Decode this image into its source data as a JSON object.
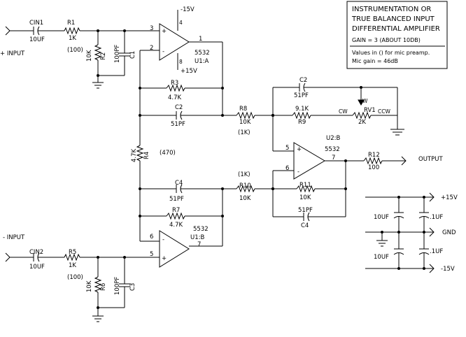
{
  "title_block": {
    "line1": "INSTRUMENTATION OR",
    "line2": "TRUE BALANCED INPUT",
    "line3": "DIFFERENTIAL AMPLIFIER",
    "gain": "GAIN = 3 (ABOUT 10DB)",
    "note1": "Values in () for mic preamp.",
    "note2": "Mic gain = 46dB"
  },
  "inputs": {
    "plus_input": "+ INPUT",
    "minus_input": "- INPUT",
    "output": "OUTPUT"
  },
  "rails": {
    "neg15_top": "-15V",
    "pos15_u1a": "+15V",
    "pos15": "+15V",
    "gnd": "GND",
    "neg15": "-15V"
  },
  "opamps": {
    "u1a_part": "5532",
    "u1a_ref": "U1:A",
    "u1b_part": "5532",
    "u1b_ref": "U1:B",
    "u2b_part": "5532",
    "u2b_ref": "U2:B"
  },
  "pins": {
    "u1a_p3": "3",
    "u1a_p2": "2",
    "u1a_p1": "1",
    "u1a_p4": "4",
    "u1a_p8": "8",
    "u1b_p6": "6",
    "u1b_p5": "5",
    "u1b_p7": "7",
    "u2b_p5": "5",
    "u2b_p6": "6",
    "u2b_p7": "7"
  },
  "components": {
    "cin1_ref": "CIN1",
    "cin1_val": "10UF",
    "r1_ref": "R1",
    "r1_val": "1K",
    "r1_mic": "(100)",
    "r2_val": "10K",
    "r2_ref": "R2",
    "c1_val": "100PF",
    "c1_ref": "C1",
    "r3_ref": "R3",
    "r3_val": "4.7K",
    "c2a_ref": "C2",
    "c2a_val": "51PF",
    "r4_val": "4.7K",
    "r4_ref": "R4",
    "r4_mic": "(470)",
    "c4a_ref": "C4",
    "c4a_val": "51PF",
    "r7_ref": "R7",
    "r7_val": "4.7K",
    "cin2_ref": "CIN2",
    "cin2_val": "10UF",
    "r5_ref": "R5",
    "r5_val": "1K",
    "r5_mic": "(100)",
    "r6_val": "10K",
    "r6_ref": "R6",
    "c3_val": "100PF",
    "c3_ref": "C3",
    "r8_ref": "R8",
    "r8_val": "10K",
    "r8_mic": "(1K)",
    "r10_ref": "R10",
    "r10_val": "10K",
    "r10_mic": "(1K)",
    "c2b_ref": "C2",
    "c2b_val": "51PF",
    "r9_val": "9.1K",
    "r9_ref": "R9",
    "rv1_w": "W",
    "rv1_ref": "RV1",
    "rv1_cw": "CW",
    "rv1_ccw": "CCW",
    "rv1_val": "2K",
    "r11_ref": "R11",
    "r11_val": "10K",
    "c4b_val": "51PF",
    "c4b_ref": "C4",
    "r12_ref": "R12",
    "r12_val": "100",
    "dc1_val": "10UF",
    "dc2_val": ".1UF",
    "dc3_val": "10UF",
    "dc4_val": ".1UF"
  }
}
